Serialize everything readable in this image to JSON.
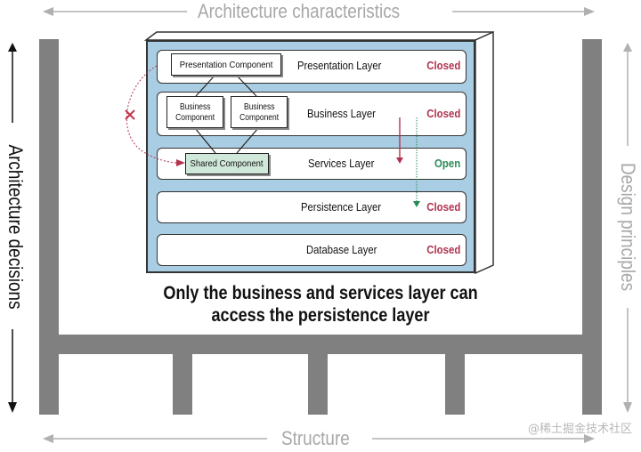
{
  "axes": {
    "top": "Architecture characteristics",
    "left": "Architecture decisions",
    "right": "Design principles",
    "bottom": "Structure"
  },
  "layers": [
    {
      "name": "Presentation Layer",
      "status": "Closed",
      "status_type": "closed"
    },
    {
      "name": "Business Layer",
      "status": "Closed",
      "status_type": "closed"
    },
    {
      "name": "Services Layer",
      "status": "Open",
      "status_type": "open"
    },
    {
      "name": "Persistence Layer",
      "status": "Closed",
      "status_type": "closed"
    },
    {
      "name": "Database Layer",
      "status": "Closed",
      "status_type": "closed"
    }
  ],
  "components": {
    "presentation": "Presentation Component",
    "business_1_line1": "Business",
    "business_1_line2": "Component",
    "business_2_line1": "Business",
    "business_2_line2": "Component",
    "shared": "Shared Component"
  },
  "caption": {
    "line1": "Only the business and services layer can",
    "line2": "access the persistence layer"
  },
  "colors": {
    "closed": "#b0344f",
    "open": "#2a8a55",
    "box_fill": "#a9cde3",
    "shared_fill": "#cfe8da",
    "structure": "#808080"
  },
  "watermark": "@稀土掘金技术社区"
}
